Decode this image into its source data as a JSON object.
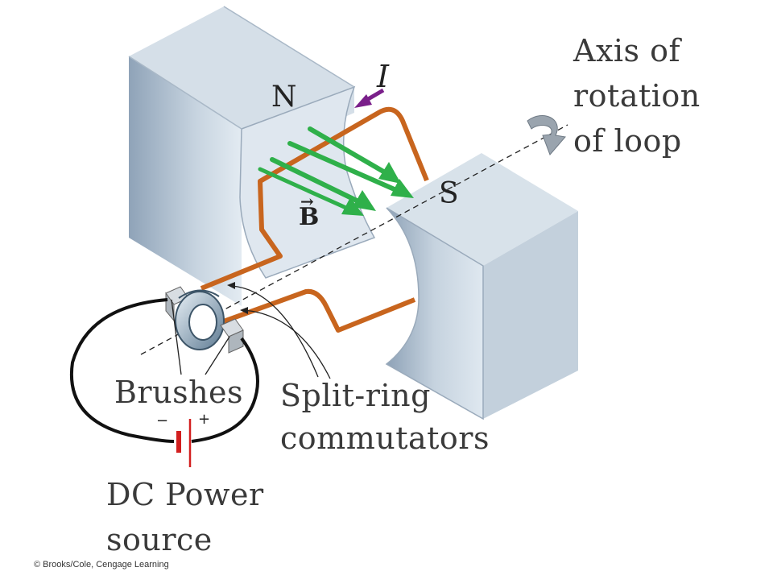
{
  "labels": {
    "north_pole": "N",
    "south_pole": "S",
    "current": "I",
    "field": "B",
    "axis_line1": "Axis of",
    "axis_line2": "rotation",
    "axis_line3": "of loop",
    "brushes": "Brushes",
    "commutator_line1": "Split-ring",
    "commutator_line2": "commutators",
    "minus": "−",
    "plus": "+",
    "source_line1": "DC Power",
    "source_line2": "source",
    "copyright": "© Brooks/Cole, Cengage Learning"
  },
  "colors": {
    "magnet": "#c9d6e2",
    "magnet_dark": "#9fb1c4",
    "wire_loop": "#c8651e",
    "field_arrow": "#2fb04a",
    "current_arrow": "#7a1f8a",
    "battery": "#d21f1f",
    "circuit": "#111111",
    "commutator": "#5f7f9a"
  }
}
